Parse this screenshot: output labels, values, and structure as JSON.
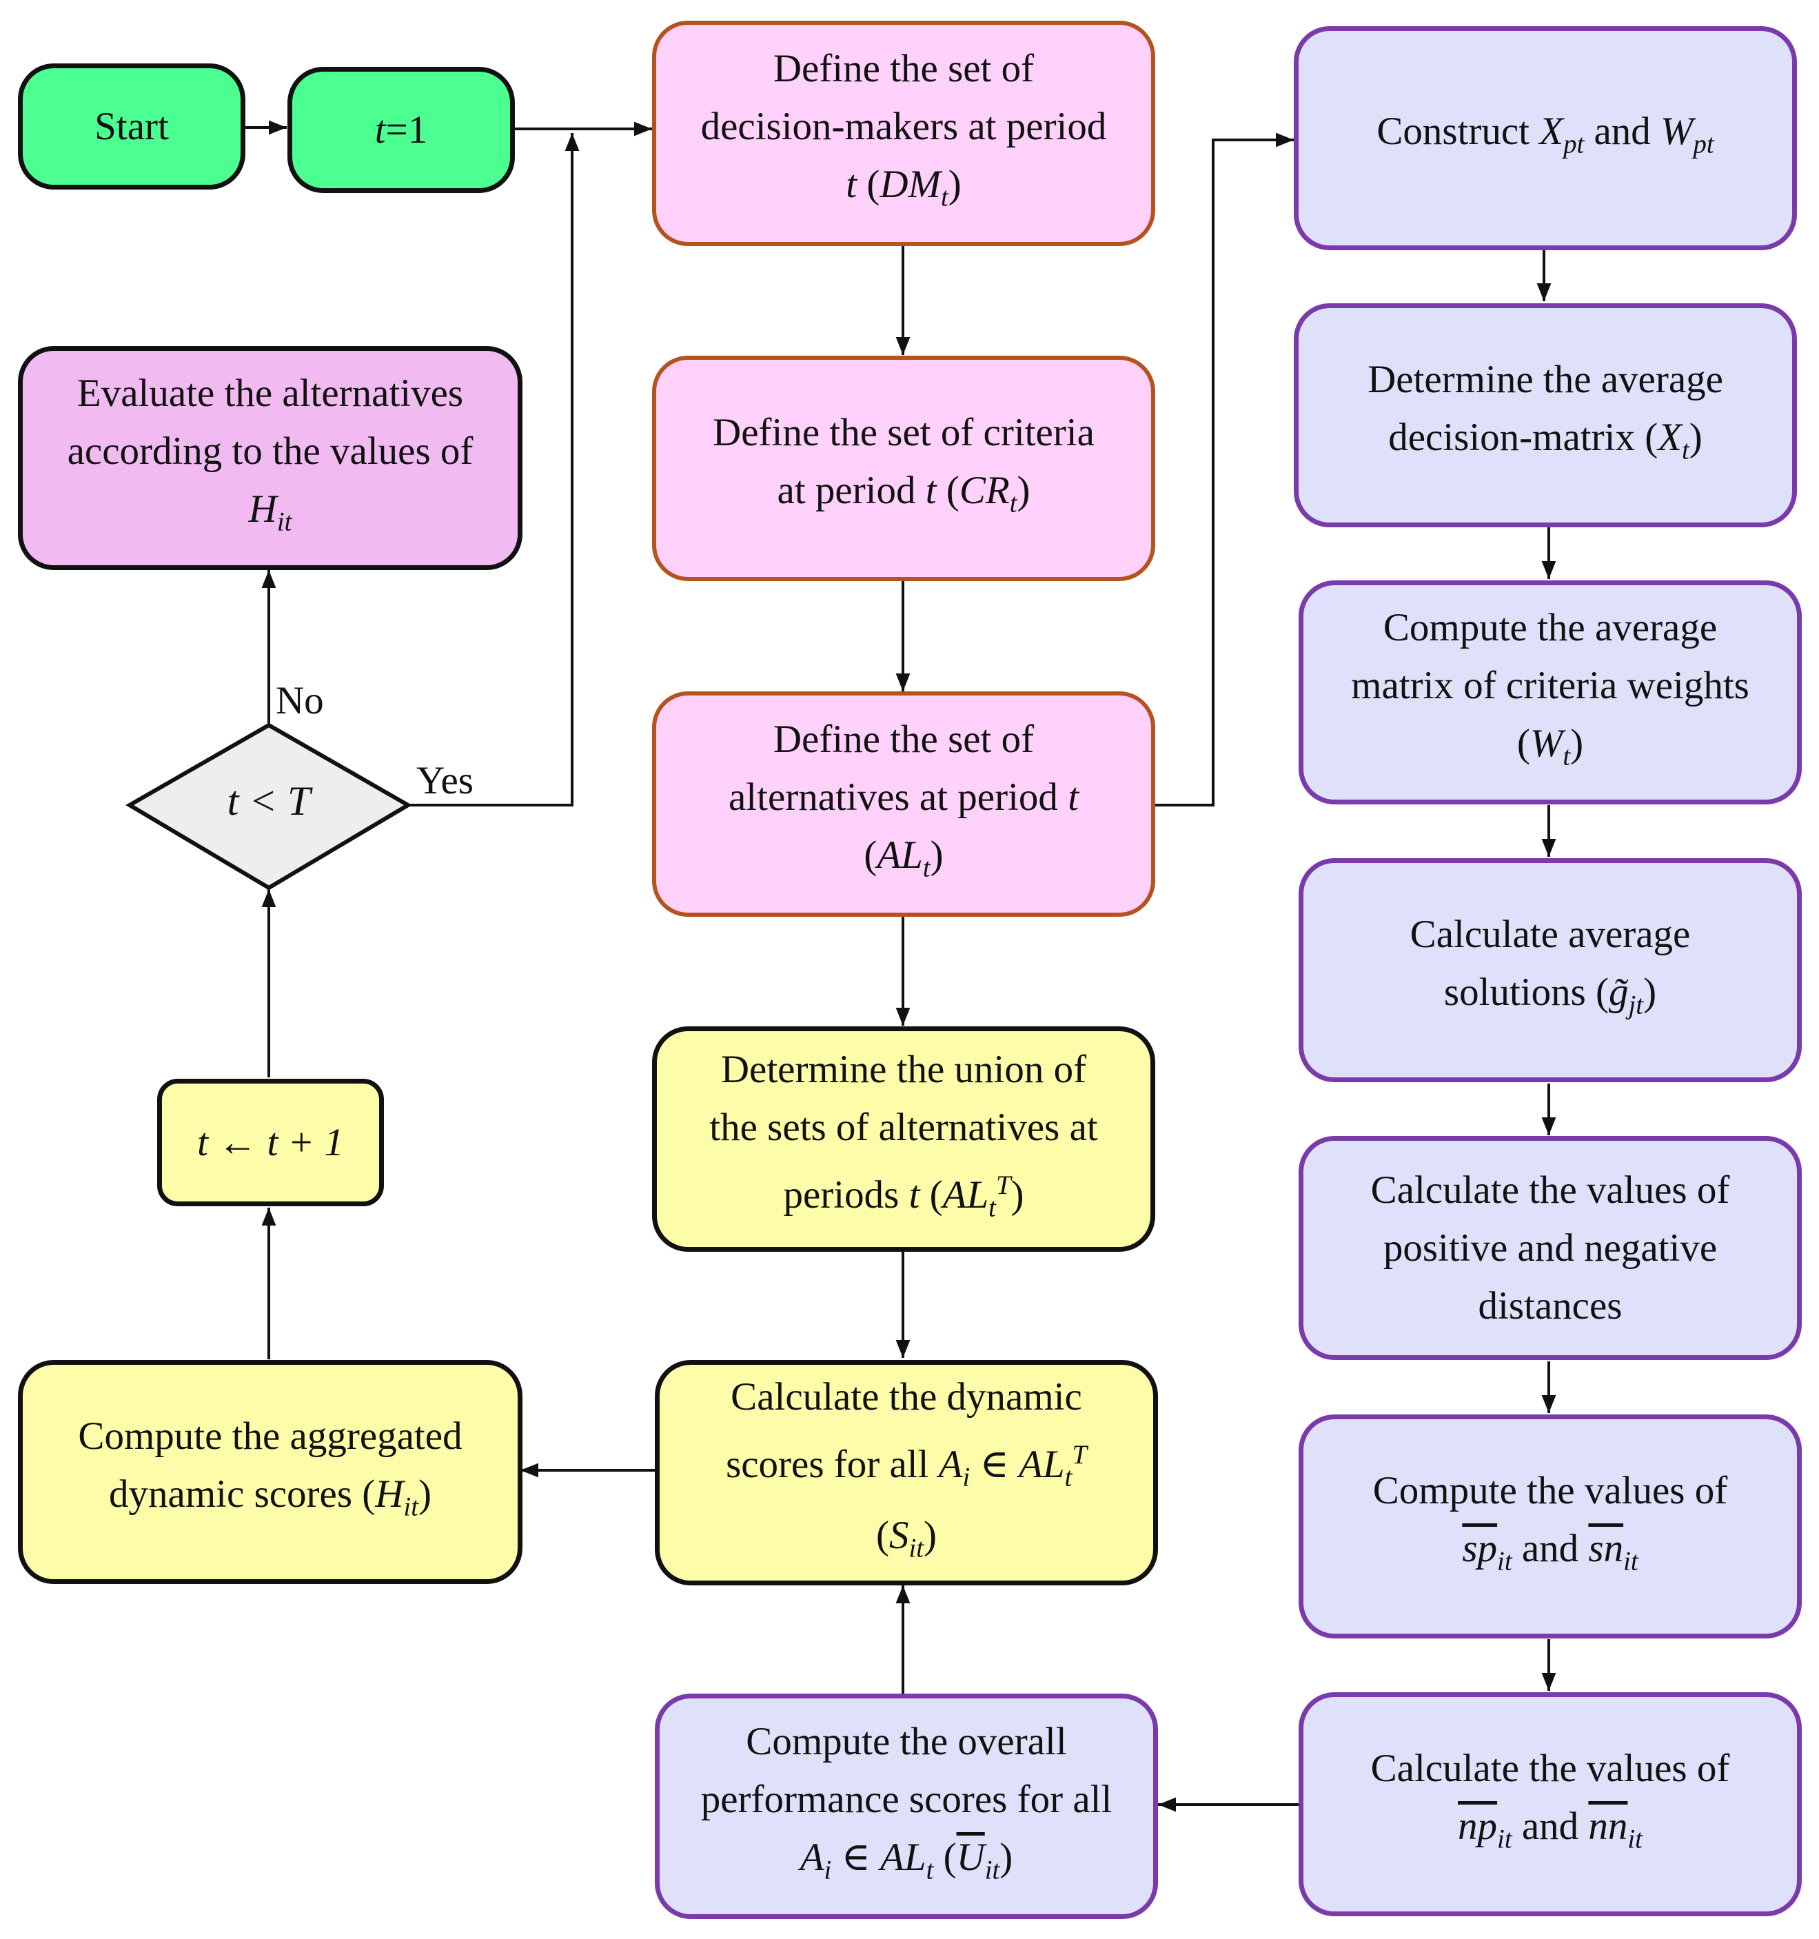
{
  "colors": {
    "green": "#4cff91",
    "pink": "#ffd1fb",
    "pink_border": "#b5531f",
    "orchid": "#f1bbf2",
    "yellow": "#fdfca8",
    "blue": "#dfe1fb",
    "blue_border": "#7a3aa9",
    "diamond": "#eeeeee"
  },
  "nodes": {
    "start": "Start",
    "t_init": {
      "var": "t",
      "rest": "=1"
    },
    "define_dm": {
      "l1": "Define the set of",
      "l2": "decision-makers at period",
      "t": "t",
      "dm": "DM",
      "sub": "t"
    },
    "define_cr": {
      "l1": "Define the set of criteria",
      "l2": "at period",
      "t": "t",
      "cr": "CR",
      "sub": "t"
    },
    "define_al": {
      "l1": "Define the set of",
      "l2": "alternatives at period",
      "t": "t",
      "al": "AL",
      "sub": "t"
    },
    "union": {
      "l1": "Determine the union of",
      "l2": "the sets of alternatives at",
      "l3": "periods",
      "t": "t",
      "al": "AL",
      "sub": "t",
      "sup": "T"
    },
    "dyn_scores": {
      "l1": "Calculate the dynamic",
      "l2": "scores for all",
      "a": "A",
      "a_sub": "i",
      "in": "∈",
      "al": "AL",
      "al_sub": "t",
      "al_sup": "T",
      "s": "S",
      "s_sub": "it"
    },
    "overall": {
      "l1": "Compute the overall",
      "l2": "performance scores for all",
      "a": "A",
      "a_sub": "i",
      "in": "∈",
      "al": "AL",
      "al_sub": "t",
      "u": "U",
      "u_sub": "it"
    },
    "aggregated": {
      "l1": "Compute the aggregated",
      "l2": "dynamic scores",
      "h": "H",
      "h_sub": "it"
    },
    "increment": "t ← t + 1",
    "decision": "t < T",
    "evaluate": {
      "l1": "Evaluate the alternatives",
      "l2": "according to the values of",
      "h": "H",
      "h_sub": "it"
    },
    "construct": {
      "l1": "Construct",
      "x": "X",
      "x_sub": "pt",
      "and": "and",
      "w": "W",
      "w_sub": "pt"
    },
    "avg_matrix": {
      "l1": "Determine the average",
      "l2": "decision-matrix",
      "x": "X",
      "x_sub": "t"
    },
    "avg_weights": {
      "l1": "Compute the average",
      "l2": "matrix of criteria weights",
      "w": "W",
      "w_sub": "t"
    },
    "avg_solutions": {
      "l1": "Calculate average",
      "l2": "solutions",
      "g": "g̃",
      "g_sub": "jt"
    },
    "distances": {
      "l1": "Calculate the values of",
      "l2": "positive and negative",
      "l3": "distances"
    },
    "sp_sn": {
      "l1": "Compute the values of",
      "sp": "sp",
      "sp_sub": "it",
      "and": "and",
      "sn": "sn",
      "sn_sub": "it"
    },
    "np_nn": {
      "l1": "Calculate the values of",
      "np": "np",
      "np_sub": "it",
      "and": "and",
      "nn": "nn",
      "nn_sub": "it"
    }
  },
  "labels": {
    "yes": "Yes",
    "no": "No"
  }
}
